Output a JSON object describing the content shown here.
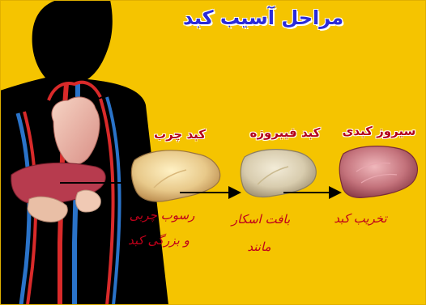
{
  "title": "مراحل آسیب کبد",
  "stages": [
    {
      "name": "کبد چرب",
      "description": [
        "رسوب چربی",
        "و بزرگی کبد"
      ]
    },
    {
      "name": "کبد فیبروزه",
      "description": [
        "بافت اسکار",
        "مانند"
      ]
    },
    {
      "name": "سیروز کبدی",
      "description": [
        "تخریب کبد"
      ]
    }
  ],
  "colors": {
    "background": "#f5c400",
    "title": "#2b2bd9",
    "stage_label": "#b3001b",
    "description": "#c0001a",
    "silhouette": "#000000"
  }
}
